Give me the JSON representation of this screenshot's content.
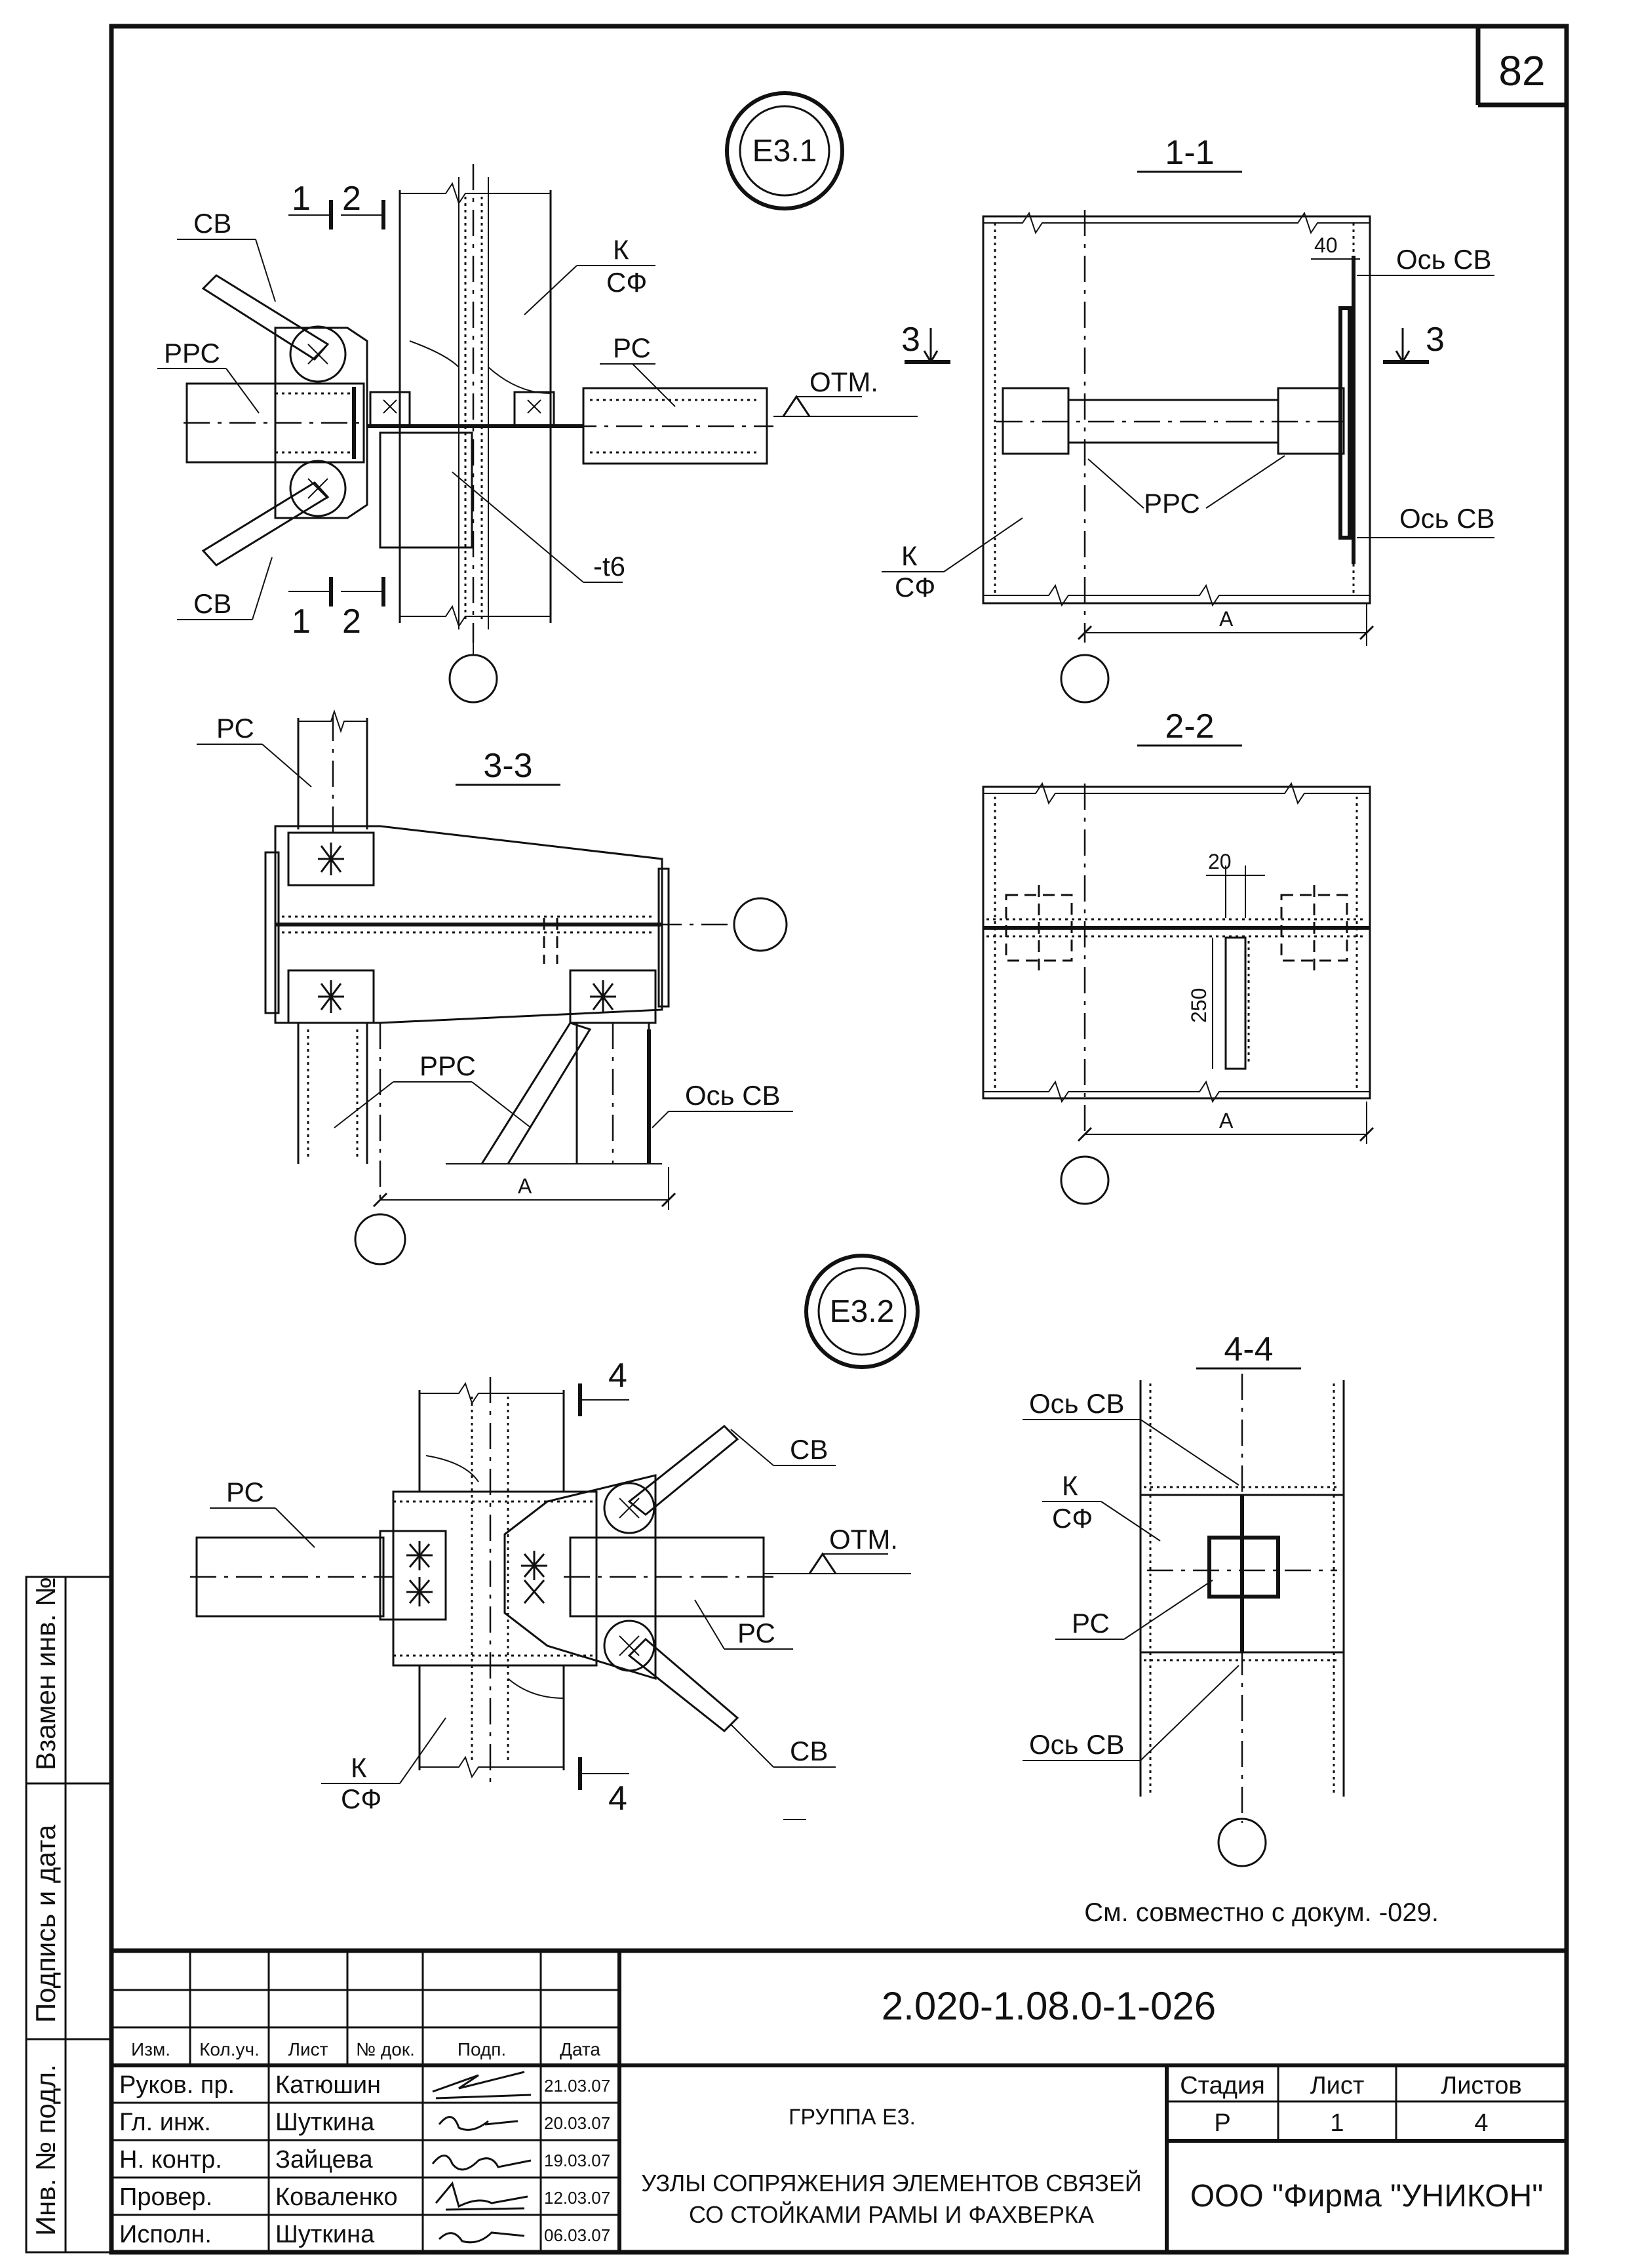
{
  "sheet_number": "82",
  "node_marks": {
    "e31": "Е3.1",
    "e32": "Е3.2"
  },
  "section_titles": {
    "s11": "1-1",
    "s22": "2-2",
    "s33": "3-3",
    "s44": "4-4"
  },
  "section_marks": {
    "one": "1",
    "two": "2",
    "three": "3",
    "four": "4"
  },
  "labels": {
    "sv": "СВ",
    "rrs": "РРС",
    "rs": "РС",
    "k": "К",
    "sf": "СФ",
    "otm": "ОТМ.",
    "t6": "-t6",
    "os_sv": "Ось СВ",
    "a": "А",
    "d40": "40",
    "d20": "20",
    "d250": "250"
  },
  "note": "См. совместно с докум. -029.",
  "side_stamp": {
    "vzamen": "Взамен инв. №",
    "podpis": "Подпись и дата",
    "inv": "Инв. № подл."
  },
  "title_block": {
    "doc_code": "2.020-1.08.0-1-026",
    "headers": [
      "Изм.",
      "Кол.уч.",
      "Лист",
      "№ док.",
      "Подп.",
      "Дата"
    ],
    "rows": [
      {
        "role": "Руков. пр.",
        "name": "Катюшин",
        "date": "21.03.07"
      },
      {
        "role": "Гл. инж.",
        "name": "Шуткина",
        "date": "20.03.07"
      },
      {
        "role": "Н. контр.",
        "name": "Зайцева",
        "date": "19.03.07"
      },
      {
        "role": "Провер.",
        "name": "Коваленко",
        "date": "12.03.07"
      },
      {
        "role": "Исполн.",
        "name": "Шуткина",
        "date": "06.03.07"
      }
    ],
    "group": "ГРУППА Е3.",
    "title_line1": "УЗЛЫ СОПРЯЖЕНИЯ ЭЛЕМЕНТОВ СВЯЗЕЙ",
    "title_line2": "СО СТОЙКАМИ РАМЫ И ФАХВЕРКА",
    "stage_label": "Стадия",
    "sheet_label": "Лист",
    "sheets_label": "Листов",
    "stage": "Р",
    "sheet": "1",
    "sheets": "4",
    "company": "ООО  \"Фирма \"УНИКОН\""
  }
}
